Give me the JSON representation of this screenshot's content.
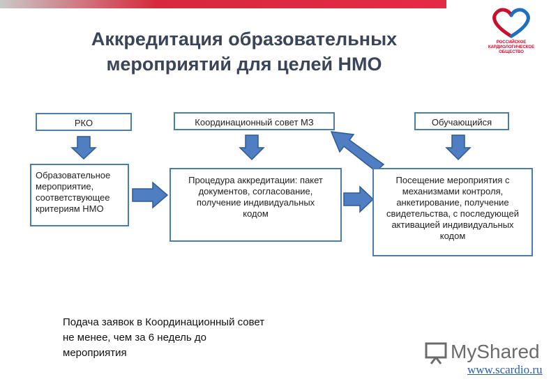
{
  "title": {
    "line1": "Аккредитация образовательных",
    "line2": "мероприятий для целей НМО"
  },
  "logo": {
    "line1": "РОССИЙСКОЕ",
    "line2": "КАРДИОЛОГИЧЕСКОЕ",
    "line3": "ОБЩЕСТВО"
  },
  "boxes": {
    "rko": "РКО",
    "coord": "Координационный  совет МЗ",
    "learner": "Обучающийся",
    "event": [
      "Образовательное",
      "мероприятие,",
      "соответствующее",
      "критериям НМО"
    ],
    "procedure": [
      "Процедура аккредитации: пакет",
      "документов, согласование,",
      "получение индивидуальных",
      "кодом"
    ],
    "attendance": [
      "Посещение мероприятия с",
      "механизмами контроля,",
      "анкетирование, получение",
      "свидетельства, с последующей",
      "активацией индивидуальных",
      "кодом"
    ]
  },
  "note": [
    "Подача заявок  в Координационный совет",
    "не менее, чем за 6 недель до",
    "мероприятия"
  ],
  "watermark": {
    "brand": "MyShared",
    "url": "www.scardio.ru"
  },
  "colors": {
    "arrow_fill": "#4f7fc2",
    "arrow_stroke": "#2f5a8f",
    "box_border": "#4a7ea8",
    "title": "#3a4558",
    "accent": "#d62a3c"
  }
}
